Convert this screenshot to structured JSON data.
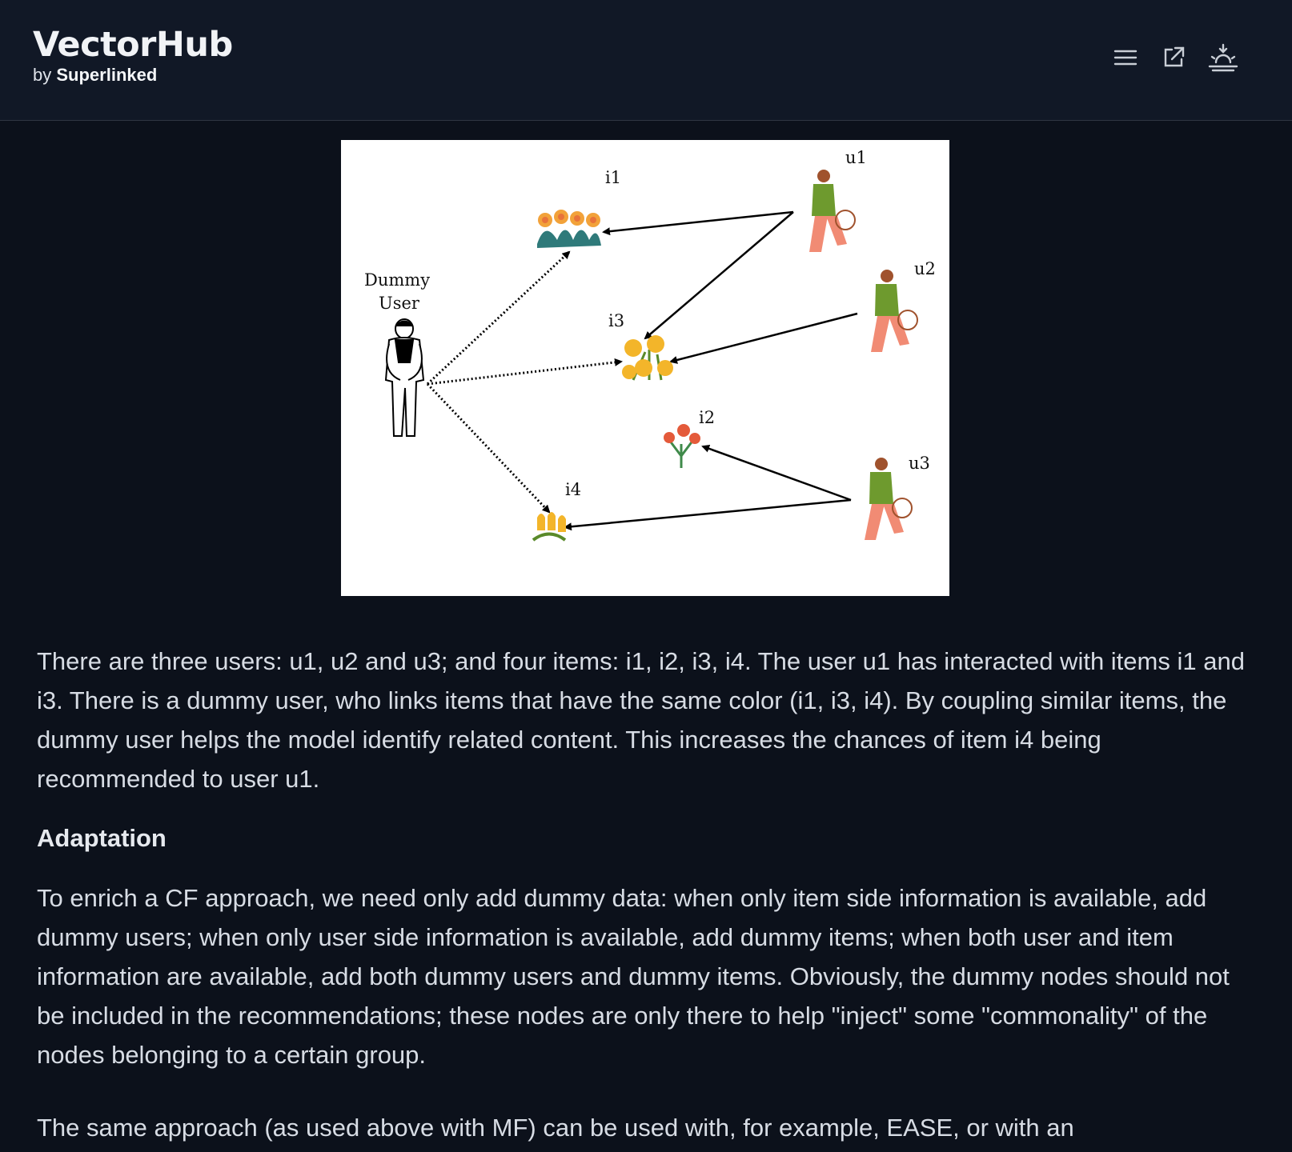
{
  "header": {
    "brand_title": "VectorHub",
    "brand_by": "by",
    "brand_company": "Superlinked",
    "icons": [
      "menu-icon",
      "external-link-icon",
      "theme-toggle-icon"
    ]
  },
  "figure": {
    "label_dummy_line1": "Dummy",
    "label_dummy_line2": "User",
    "label_i1": "i1",
    "label_i2": "i2",
    "label_i3": "i3",
    "label_i4": "i4",
    "label_u1": "u1",
    "label_u2": "u2",
    "label_u3": "u3"
  },
  "article": {
    "para1": "There are three users: u1, u2 and u3; and four items: i1, i2, i3, i4. The user u1 has interacted with items i1 and i3. There is a dummy user, who links items that have the same color (i1, i3, i4). By coupling similar items, the dummy user helps the model identify related content. This increases the chances of item i4 being recommended to user u1.",
    "heading": "Adaptation",
    "para2": "To enrich a CF approach, we need only add dummy data: when only item side information is available, add dummy users; when only user side information is available, add dummy items; when both user and item information are available, add both dummy users and dummy items. Obviously, the dummy nodes should not be included in the recommendations; these nodes are only there to help \"inject\" some \"commonality\" of the nodes belonging to a certain group.",
    "para3": "The same approach (as used above with MF) can be used with, for example, EASE, or with an"
  }
}
